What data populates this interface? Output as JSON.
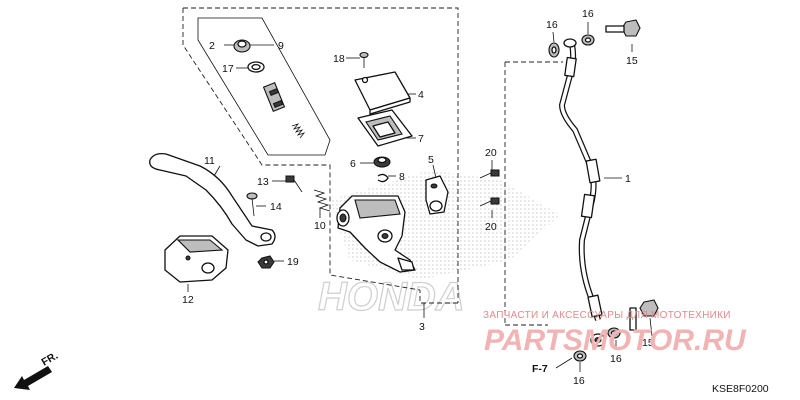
{
  "callouts": {
    "c1": "1",
    "c2": "2",
    "c3": "3",
    "c4": "4",
    "c5": "5",
    "c6": "6",
    "c7": "7",
    "c8": "8",
    "c9": "9",
    "c10": "10",
    "c11": "11",
    "c12": "12",
    "c13": "13",
    "c14": "14",
    "c15a": "15",
    "c15b": "15",
    "c16a": "16",
    "c16b": "16",
    "c16c": "16",
    "c16d": "16",
    "c17": "17",
    "c18": "18",
    "c19": "19",
    "c20a": "20",
    "c20b": "20"
  },
  "ref_label": "F-7",
  "front_label": "FR.",
  "diagram_code": "KSE8F0200",
  "watermark": {
    "caption": "ЗАПЧАСТИ И АКСЕССУАРЫ ДЛЯ МОТОТЕХНИКИ",
    "brand": "PARTSMOTOR.RU"
  },
  "background_logo": "HONDA"
}
